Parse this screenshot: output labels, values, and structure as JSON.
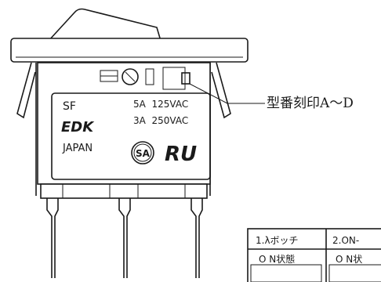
{
  "label_plate": {
    "series": "SF",
    "brand": "EDK",
    "country": "JAPAN",
    "rating_1": "5A  125VAC",
    "rating_2": "3A  250VAC",
    "csa_mark": "SA",
    "ul_mark": "RU"
  },
  "callout": {
    "text": "型番刻印A～D"
  },
  "table": {
    "col_1_header": "1.λボッチ",
    "col_2_header": "2.ON-",
    "col_1_cell": "O N状態",
    "col_2_cell": "O N状"
  }
}
